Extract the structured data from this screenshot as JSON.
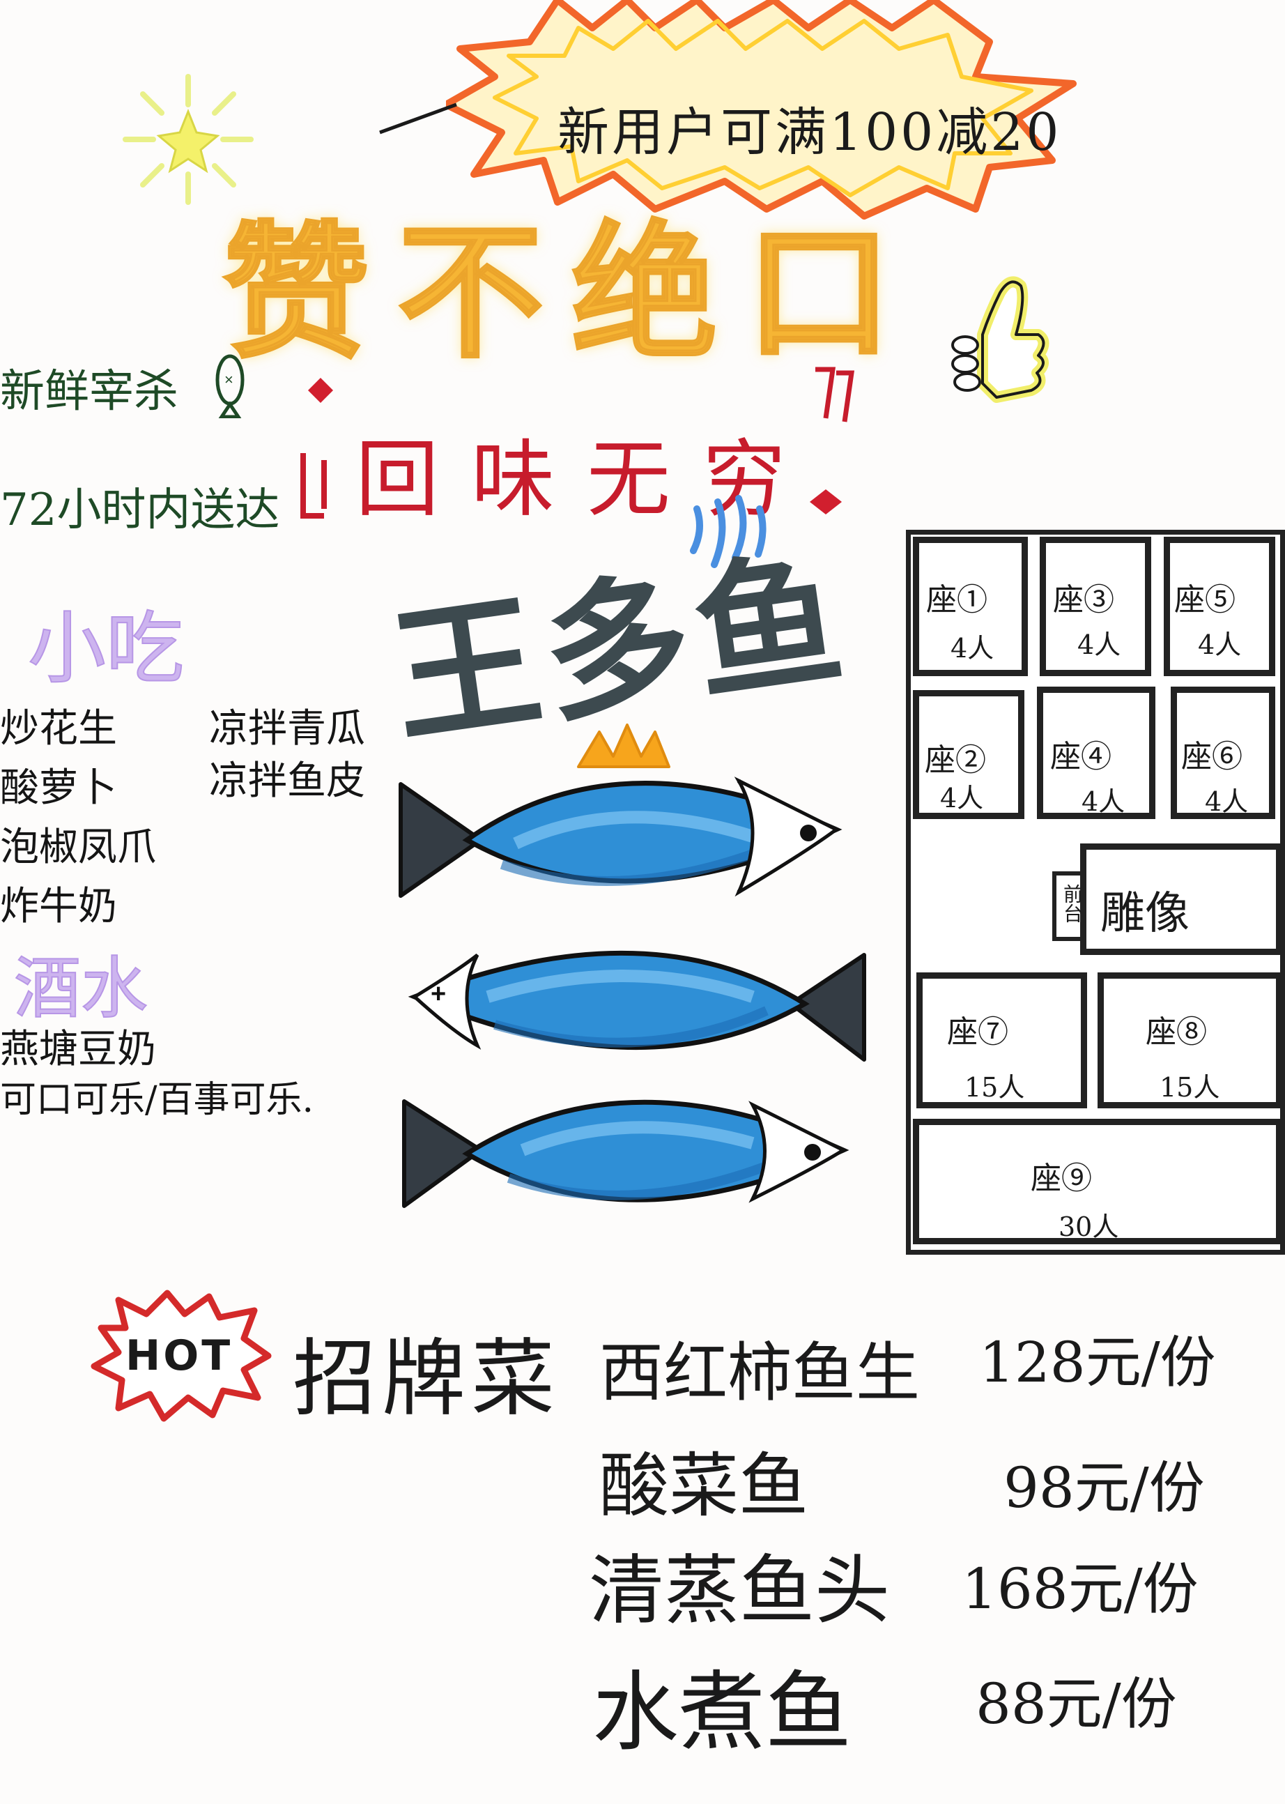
{
  "promo": {
    "text": "新用户可满100减20"
  },
  "headline": {
    "text": "赞不绝口"
  },
  "taglines": {
    "fresh": "新鲜宰杀",
    "delivery": "72小时内送达"
  },
  "slogan": {
    "text": "回味无穷"
  },
  "shop": {
    "name": "王多鱼"
  },
  "snacks": {
    "title": "小吃",
    "items": [
      "炒花生",
      "凉拌青瓜",
      "酸萝卜",
      "凉拌鱼皮",
      "泡椒凤爪",
      "炸牛奶"
    ]
  },
  "drinks": {
    "title": "酒水",
    "items": [
      "燕塘豆奶",
      "可口可乐/百事可乐."
    ]
  },
  "floor_plan": {
    "seats": [
      {
        "name": "座①",
        "capacity": "4人"
      },
      {
        "name": "座③",
        "capacity": "4人"
      },
      {
        "name": "座⑤",
        "capacity": "4人"
      },
      {
        "name": "座②",
        "capacity": "4人"
      },
      {
        "name": "座④",
        "capacity": "4人"
      },
      {
        "name": "座⑥",
        "capacity": "4人"
      },
      {
        "name": "座⑦",
        "capacity": "15人"
      },
      {
        "name": "座⑧",
        "capacity": "15人"
      },
      {
        "name": "座⑨",
        "capacity": "30人"
      }
    ],
    "reception": "前台",
    "statue": "雕像"
  },
  "signature": {
    "badge": "HOT",
    "label": "招牌菜",
    "dishes": [
      {
        "name": "西红柿鱼生",
        "price": "128元/份"
      },
      {
        "name": "酸菜鱼",
        "price": "98元/份"
      },
      {
        "name": "清蒸鱼头",
        "price": "168元/份"
      },
      {
        "name": "水煮鱼",
        "price": "88元/份"
      }
    ]
  },
  "colors": {
    "headline": "#f6b534",
    "burst_outer": "#f2662a",
    "burst_inner": "#ffd24a",
    "slogan": "#c71c2c",
    "fish_body": "#2f8fd6",
    "fish_tail": "#343c44",
    "crown": "#f7a51c",
    "snack_title": "#cdb4ef",
    "green_text": "#1e4a26",
    "hot_border": "#d42a2a"
  }
}
